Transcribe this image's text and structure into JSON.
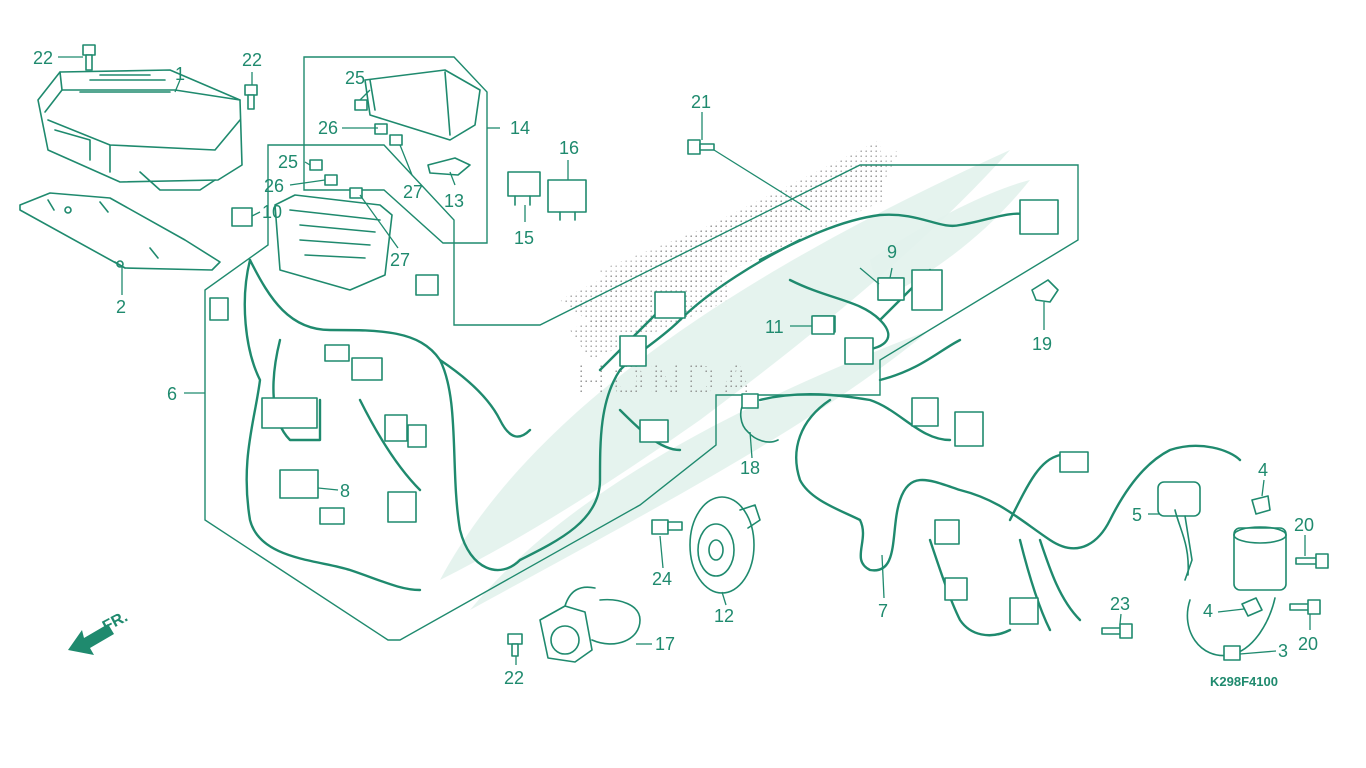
{
  "diagram": {
    "code": "K298F4100",
    "direction_label": "FR.",
    "accent_color": "#1f8a6e",
    "watermark_text": "HONDA",
    "callouts": [
      {
        "key": "c22a",
        "text": "22"
      },
      {
        "key": "c1",
        "text": "1"
      },
      {
        "key": "c22b",
        "text": "22"
      },
      {
        "key": "c25a",
        "text": "25"
      },
      {
        "key": "c26a",
        "text": "26"
      },
      {
        "key": "c14",
        "text": "14"
      },
      {
        "key": "c27a",
        "text": "27"
      },
      {
        "key": "c13",
        "text": "13"
      },
      {
        "key": "c16",
        "text": "16"
      },
      {
        "key": "c15",
        "text": "15"
      },
      {
        "key": "c21",
        "text": "21"
      },
      {
        "key": "c25b",
        "text": "25"
      },
      {
        "key": "c26b",
        "text": "26"
      },
      {
        "key": "c10",
        "text": "10"
      },
      {
        "key": "c27b",
        "text": "27"
      },
      {
        "key": "c2",
        "text": "2"
      },
      {
        "key": "c9",
        "text": "9"
      },
      {
        "key": "c11",
        "text": "11"
      },
      {
        "key": "c19",
        "text": "19"
      },
      {
        "key": "c6",
        "text": "6"
      },
      {
        "key": "c18",
        "text": "18"
      },
      {
        "key": "c8",
        "text": "8"
      },
      {
        "key": "c4a",
        "text": "4"
      },
      {
        "key": "c5",
        "text": "5"
      },
      {
        "key": "c20a",
        "text": "20"
      },
      {
        "key": "c24",
        "text": "24"
      },
      {
        "key": "c12",
        "text": "12"
      },
      {
        "key": "c7",
        "text": "7"
      },
      {
        "key": "c23",
        "text": "23"
      },
      {
        "key": "c4b",
        "text": "4"
      },
      {
        "key": "c20b",
        "text": "20"
      },
      {
        "key": "c17",
        "text": "17"
      },
      {
        "key": "c3",
        "text": "3"
      },
      {
        "key": "c22c",
        "text": "22"
      }
    ]
  }
}
